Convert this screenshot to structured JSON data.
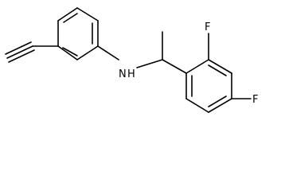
{
  "molecule": {
    "atoms": {
      "amine": "N",
      "amine_h": "H",
      "fluorine_ortho": "F",
      "fluorine_para": "F"
    },
    "bond_color": "#000000",
    "background": "#ffffff"
  }
}
